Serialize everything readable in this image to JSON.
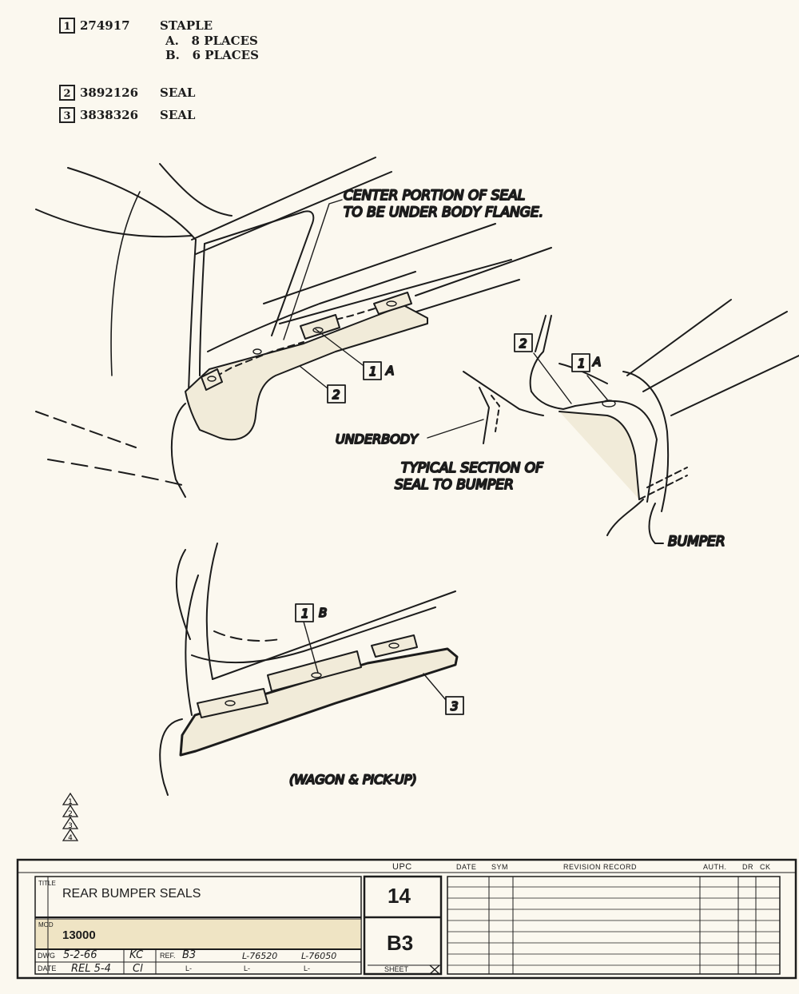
{
  "parts": [
    {
      "index": "1",
      "number": "274917",
      "description": "STAPLE",
      "sub": [
        {
          "letter": "A.",
          "text": "8 PLACES"
        },
        {
          "letter": "B.",
          "text": "6 PLACES"
        }
      ]
    },
    {
      "index": "2",
      "number": "3892126",
      "description": "SEAL"
    },
    {
      "index": "3",
      "number": "3838326",
      "description": "SEAL"
    }
  ],
  "annotations": {
    "center_note_1": "CENTER PORTION OF SEAL",
    "center_note_2": "TO BE UNDER BODY FLANGE.",
    "underbody": "UNDERBODY",
    "section_1": "TYPICAL SECTION OF",
    "section_2": "SEAL TO BUMPER",
    "bumper": "BUMPER",
    "wagon": "(WAGON & PICK-UP)"
  },
  "callouts": {
    "c1": "1",
    "c1_letter": "A",
    "c2": "2",
    "c3": "2",
    "c4": "1",
    "c4_letter": "A",
    "c5": "1",
    "c5_letter": "B",
    "c6": "3"
  },
  "revision_triangles": [
    "1",
    "2",
    "3",
    "4"
  ],
  "title_block": {
    "upc_label": "UPC",
    "date_label": "DATE",
    "sym_label": "SYM",
    "revision_label": "REVISION RECORD",
    "auth_label": "AUTH.",
    "dr_label": "DR",
    "ck_label": "CK",
    "title_vert": "TITLE",
    "title": "REAR BUMPER SEALS",
    "mod_vert": "MOD",
    "mod": "13000",
    "upc": "14",
    "sheet_code": "B3",
    "sheet_label": "SHEET",
    "dwg_label": "DWG",
    "dwg_date": "5-2-66",
    "dwg_init": "KC",
    "ref_label": "REF.",
    "ref_value": "B3",
    "ref_l1": "L-76520",
    "ref_l2": "L-76050",
    "date_label2": "DATE",
    "rel": "REL 5-4",
    "rel_init": "Cl",
    "l_blank_1": "L-",
    "l_blank_2": "L-",
    "l_blank_3": "L-"
  }
}
